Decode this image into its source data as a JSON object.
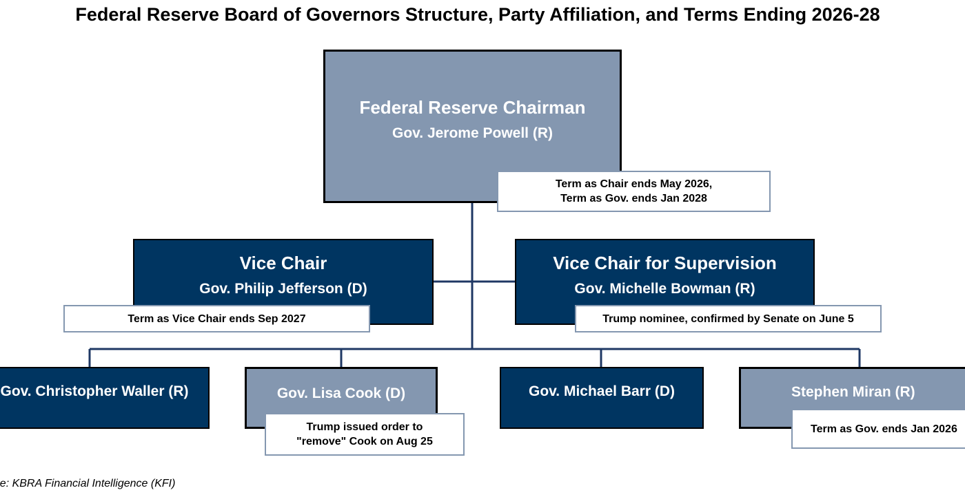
{
  "title": "Federal Reserve Board of Governors Structure, Party Affiliation, and Terms Ending 2026-28",
  "colors": {
    "republican_or_light_box": "#8497b0",
    "dark_box": "#003561",
    "connector": "#1f3864",
    "note_border": "#8497b0"
  },
  "chair": {
    "role": "Federal Reserve Chairman",
    "name": "Gov. Jerome Powell (R)",
    "note_line1": "Term as Chair ends May 2026,",
    "note_line2": "Term as Gov. ends Jan 2028"
  },
  "vice_chair": {
    "role": "Vice Chair",
    "name": "Gov. Philip Jefferson (D)",
    "note": "Term as Vice Chair ends Sep 2027"
  },
  "vice_chair_supervision": {
    "role": "Vice Chair for Supervision",
    "name": "Gov. Michelle Bowman (R)",
    "note": "Trump nominee, confirmed by Senate on June 5"
  },
  "governors": [
    {
      "name": "Gov. Christopher Waller (R)"
    },
    {
      "name": "Gov. Lisa Cook (D)",
      "note_line1": "Trump issued order to",
      "note_line2": "\"remove\" Cook on Aug 25"
    },
    {
      "name": "Gov. Michael Barr (D)"
    },
    {
      "name": "Stephen Miran (R)",
      "note": "Term as Gov. ends Jan 2026"
    }
  ],
  "source": "Source: KBRA Financial Intelligence (KFI)"
}
